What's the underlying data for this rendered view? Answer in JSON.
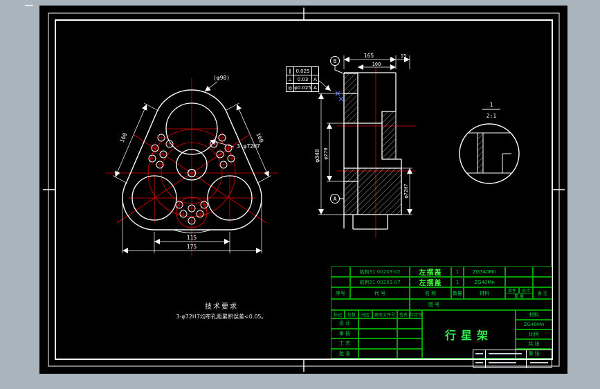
{
  "drawing": {
    "tech_requirements": {
      "title": "技术要求",
      "line1": "3-φ72H7均布孔距累积误差<0.05。"
    },
    "tolerance": {
      "rows": [
        [
          "∥",
          "0.025",
          ""
        ],
        [
          "⊥",
          "0.03",
          "A"
        ],
        [
          "◎",
          "φ0.025",
          "A"
        ]
      ]
    },
    "labels": {
      "front_hole_callout": "3-φ72H7",
      "front_outer_dia": "(φ90)",
      "front_left_edge": "160",
      "front_right_edge": "160",
      "front_width_inner": "115",
      "front_width_outer": "175",
      "sec_width": "165",
      "sec_offset": "15",
      "sec_inner": "100",
      "sec_dia_outer": "φ340",
      "sec_dia_mid": "φ270",
      "sec_hole_dia": "φ72H7",
      "datum_top": "B",
      "datum_bottom": "A",
      "detail_num": "1",
      "detail_scale": "2:1"
    }
  },
  "title_block": {
    "parts": [
      {
        "code": "临朐31-00203-02",
        "name": "左摆盖",
        "qty": "1",
        "material": "ZG340Mn"
      },
      {
        "code": "临朐31-00203-07",
        "name": "左摆盖",
        "qty": "1",
        "material": "ZG40Mn"
      }
    ],
    "headers": {
      "seq": "序号",
      "code": "代 号",
      "name": "名 称",
      "qty": "数量",
      "material": "材料",
      "unit": "单件",
      "total": "总计",
      "weight": "重 量",
      "remark": "备 注"
    },
    "drawing_no_label": "图 号",
    "part_name": "行星架",
    "material_label": "材料",
    "material_value": "ZG40Mn",
    "scale_label": "比例",
    "sheets_label": "共 张",
    "sheet_no_label": "第 张",
    "revision_headers": [
      "标记",
      "处数",
      "分区",
      "更改文件号",
      "签名",
      "年月日"
    ],
    "sign_rows": [
      "设 计",
      "审 核",
      "工 艺",
      "批 准"
    ]
  }
}
